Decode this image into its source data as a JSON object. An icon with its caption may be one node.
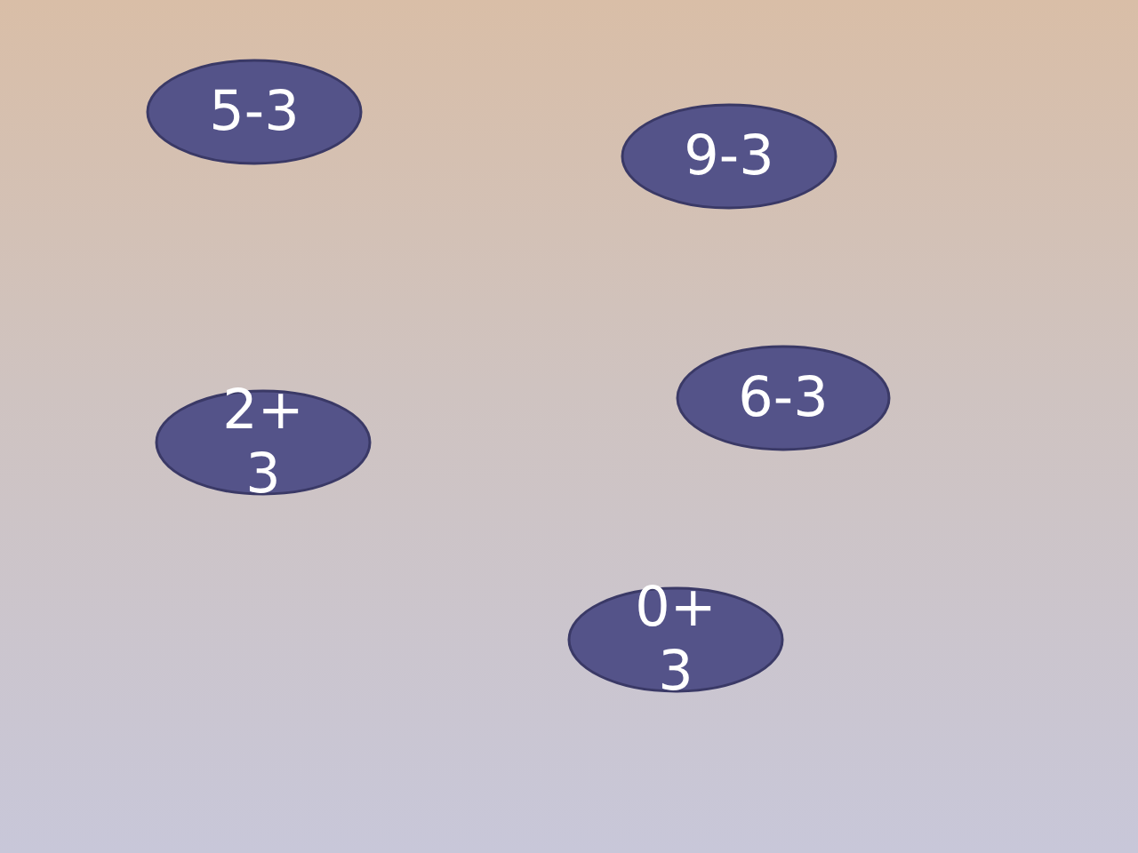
{
  "diagram": {
    "nodes": [
      {
        "text": [
          "5-3"
        ]
      },
      {
        "text": [
          "9-3"
        ]
      },
      {
        "text": [
          "6-3"
        ]
      },
      {
        "text": [
          "2+3"
        ]
      },
      {
        "text": [
          "0+3"
        ]
      }
    ],
    "edges": []
  }
}
